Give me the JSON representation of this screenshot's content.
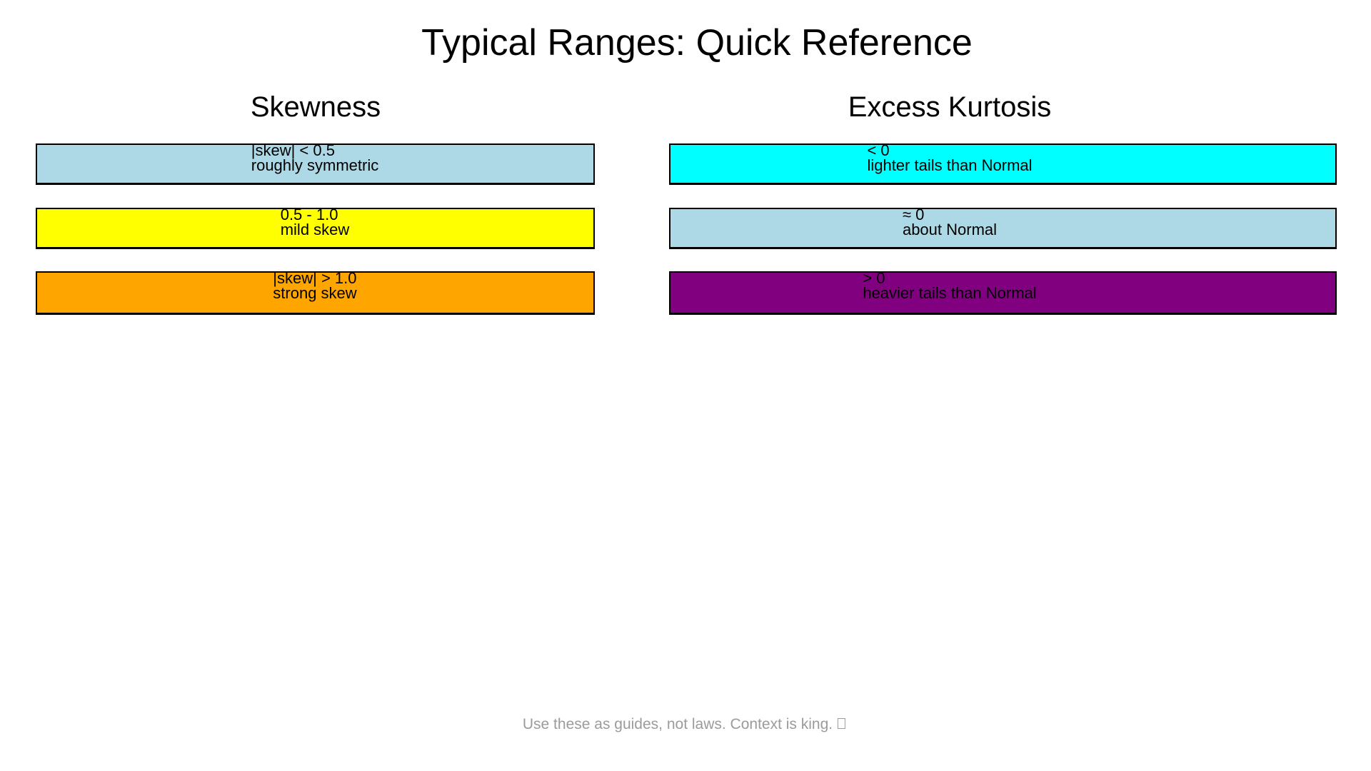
{
  "title": "Typical Ranges: Quick Reference",
  "columns": [
    {
      "header": "Skewness",
      "boxes": [
        {
          "range": "|skew| < 0.5",
          "label": "roughly symmetric",
          "color": "#ADD8E6"
        },
        {
          "range": "0.5 - 1.0",
          "label": "mild skew",
          "color": "#FFFF00"
        },
        {
          "range": "|skew| > 1.0",
          "label": "strong skew",
          "color": "#FFA500"
        }
      ]
    },
    {
      "header": "Excess Kurtosis",
      "boxes": [
        {
          "range": "< 0",
          "label": "lighter tails than Normal",
          "color": "#00FFFF"
        },
        {
          "range": "≈ 0",
          "label": "about Normal",
          "color": "#ADD8E6"
        },
        {
          "range": "> 0",
          "label": "heavier tails than Normal",
          "color": "#800080"
        }
      ]
    }
  ],
  "footer": {
    "text": "Use these as guides, not laws. Context is king.",
    "missing_glyph": "□"
  },
  "colors": {
    "border": "#000000",
    "footer_text": "#9b9b9b",
    "background": "#ffffff"
  }
}
